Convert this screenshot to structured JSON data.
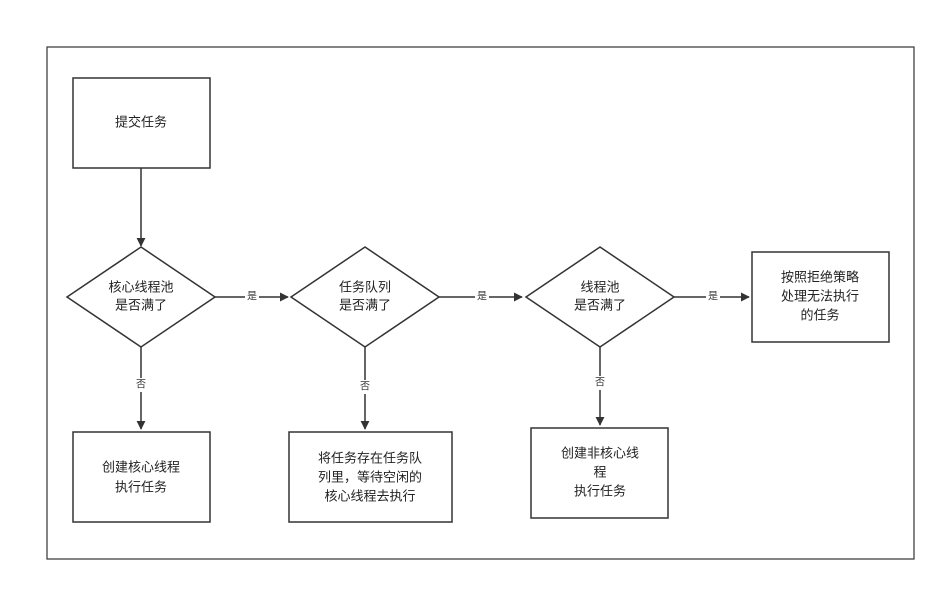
{
  "colors": {
    "stroke": "#333333",
    "text": "#222222",
    "background": "#ffffff"
  },
  "nodes": {
    "submit": {
      "lines": [
        "提交任务"
      ]
    },
    "core_full": {
      "lines": [
        "核心线程池",
        "是否满了"
      ]
    },
    "create_core": {
      "lines": [
        "创建核心线程",
        "执行任务"
      ]
    },
    "queue_full": {
      "lines": [
        "任务队列",
        "是否满了"
      ]
    },
    "enqueue": {
      "lines": [
        "将任务存在任务队",
        "列里，等待空闲的",
        "核心线程去执行"
      ]
    },
    "pool_full": {
      "lines": [
        "线程池",
        "是否满了"
      ]
    },
    "create_noncore": {
      "lines": [
        "创建非核心线",
        "程",
        "执行任务"
      ]
    },
    "reject": {
      "lines": [
        "按照拒绝策略",
        "处理无法执行",
        "的任务"
      ]
    }
  },
  "edge_labels": {
    "core_yes": "是",
    "core_no": "否",
    "queue_yes": "是",
    "queue_no": "否",
    "pool_yes": "是",
    "pool_no": "否"
  }
}
